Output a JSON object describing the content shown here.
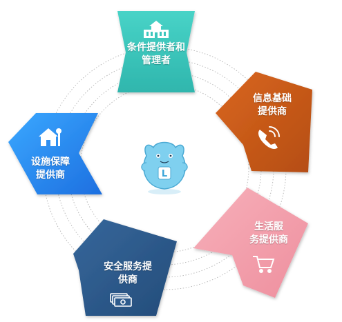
{
  "diagram": {
    "segments": [
      {
        "id": "provider-conditions",
        "label": "条件提供者和\n管理者",
        "color": "#3cc6bd",
        "icon": "building-icon"
      },
      {
        "id": "info-infrastructure",
        "label": "信息基础\n提供商",
        "color": "#c8581a",
        "icon": "phone-signal-icon"
      },
      {
        "id": "lifestyle-services",
        "label": "生活服\n务提供商",
        "color": "#f3a0ad",
        "icon": "shopping-cart-icon"
      },
      {
        "id": "security-services",
        "label": "安全服务提\n供商",
        "color": "#2d5a8c",
        "icon": "money-bills-icon"
      },
      {
        "id": "facility-support",
        "label": "设施保障\n提供商",
        "color": "#2d8ef0",
        "icon": "house-icon"
      }
    ],
    "center_icon": "mascot-icon"
  }
}
